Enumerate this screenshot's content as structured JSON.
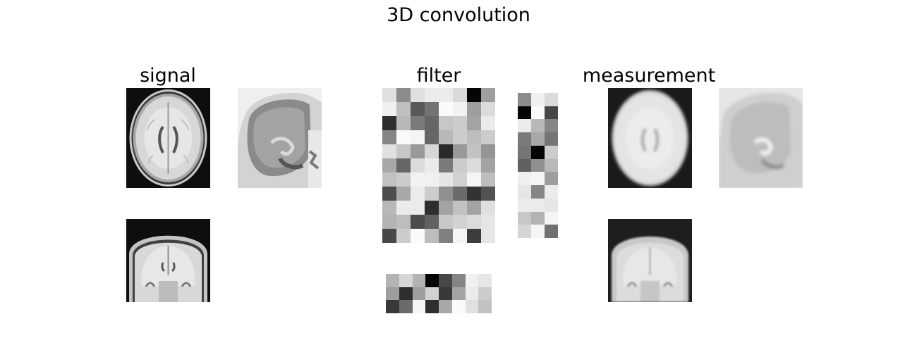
{
  "figure": {
    "title": "3D convolution",
    "panels": {
      "signal": {
        "title": "signal"
      },
      "filter": {
        "title": "filter"
      },
      "measurement": {
        "title": "measurement"
      }
    }
  },
  "filter_grids": {
    "front": {
      "rows": 11,
      "cols": 8,
      "values": [
        [
          0.88,
          0.55,
          0.88,
          0.92,
          0.92,
          0.85,
          0.02,
          0.62
        ],
        [
          0.94,
          0.75,
          0.35,
          0.45,
          0.98,
          0.95,
          0.62,
          0.86
        ],
        [
          0.18,
          0.72,
          0.48,
          0.4,
          0.78,
          0.8,
          0.64,
          0.92
        ],
        [
          0.52,
          0.98,
          0.96,
          0.4,
          0.72,
          0.8,
          0.74,
          0.8
        ],
        [
          0.88,
          0.78,
          0.6,
          0.84,
          0.16,
          0.6,
          0.76,
          0.58
        ],
        [
          0.66,
          0.4,
          0.86,
          0.92,
          0.48,
          0.8,
          0.86,
          0.64
        ],
        [
          0.76,
          0.8,
          0.95,
          0.94,
          0.9,
          0.82,
          0.96,
          0.74
        ],
        [
          0.3,
          0.66,
          0.92,
          0.8,
          0.56,
          0.42,
          0.2,
          0.32
        ],
        [
          0.72,
          0.92,
          0.92,
          0.18,
          0.64,
          0.76,
          0.64,
          0.88
        ],
        [
          0.7,
          0.74,
          0.3,
          0.38,
          0.78,
          0.82,
          0.86,
          0.9
        ],
        [
          0.28,
          0.8,
          0.98,
          0.74,
          0.5,
          0.96,
          0.24,
          0.9
        ]
      ]
    },
    "side": {
      "rows": 11,
      "cols": 3,
      "values": [
        [
          0.55,
          0.94,
          0.86
        ],
        [
          0.02,
          0.98,
          0.28
        ],
        [
          0.92,
          0.72,
          0.52
        ],
        [
          0.48,
          0.66,
          0.46
        ],
        [
          0.46,
          0.02,
          0.8
        ],
        [
          0.38,
          0.56,
          0.72
        ],
        [
          0.94,
          0.96,
          0.62
        ],
        [
          0.9,
          0.52,
          0.92
        ],
        [
          0.92,
          0.92,
          0.9
        ],
        [
          0.78,
          0.7,
          0.96
        ],
        [
          0.84,
          0.96,
          0.44
        ]
      ]
    },
    "bottom": {
      "rows": 3,
      "cols": 8,
      "values": [
        [
          0.7,
          0.84,
          0.7,
          0.02,
          0.28,
          0.52,
          0.94,
          0.9
        ],
        [
          0.62,
          0.18,
          0.62,
          0.82,
          0.22,
          0.64,
          0.92,
          0.8
        ],
        [
          0.22,
          0.42,
          0.96,
          0.18,
          0.66,
          0.98,
          0.88,
          0.76
        ]
      ]
    }
  }
}
